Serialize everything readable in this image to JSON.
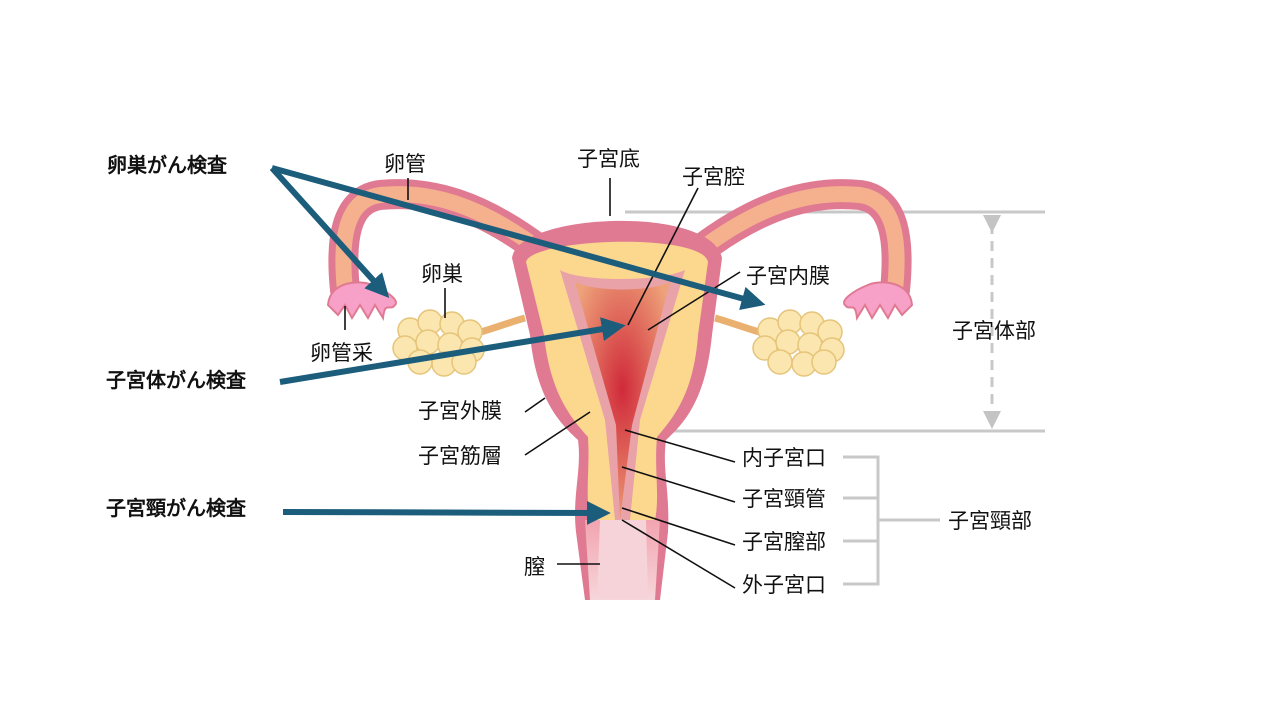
{
  "title": "Female reproductive anatomy with cancer screening targets",
  "exams": {
    "ovarian": "卵巣がん検査",
    "uterine_body": "子宮体がん検査",
    "cervical": "子宮頸がん検査"
  },
  "labels": {
    "fallopian_tube": "卵管",
    "fundus": "子宮底",
    "uterine_cavity": "子宮腔",
    "ovary": "卵巣",
    "endometrium": "子宮内膜",
    "fimbriae": "卵管采",
    "uterine_body": "子宮体部",
    "perimetrium": "子宮外膜",
    "myometrium": "子宮筋層",
    "internal_os": "内子宮口",
    "cervical_canal": "子宮頸管",
    "cervix": "子宮頸部",
    "portio": "子宮膣部",
    "external_os": "外子宮口",
    "vagina": "膣"
  },
  "colors": {
    "arrow": "#1c5d7c",
    "outer_wall": "#e07a92",
    "myometrium": "#fbd88e",
    "cavity": "#d2323f",
    "ovary": "#fbe6b0",
    "bracket": "#bdbdbd"
  }
}
